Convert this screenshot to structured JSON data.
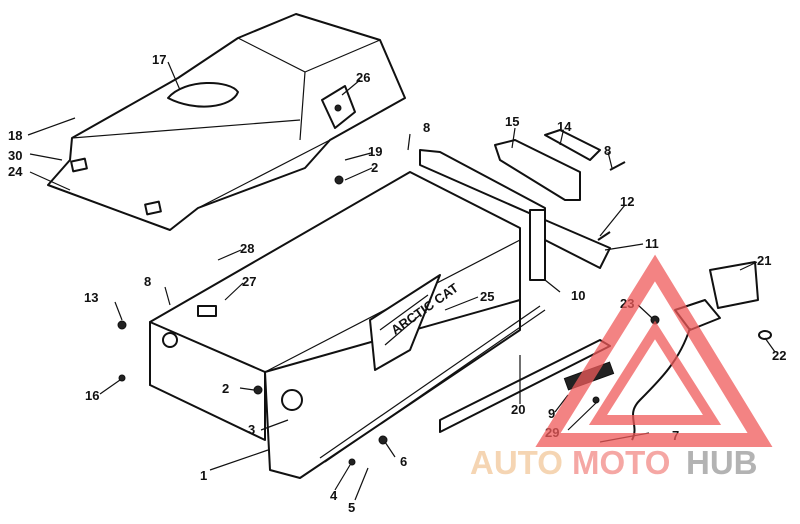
{
  "callouts": [
    "1",
    "2",
    "2",
    "3",
    "4",
    "5",
    "6",
    "7",
    "8",
    "8",
    "8",
    "9",
    "10",
    "11",
    "12",
    "13",
    "14",
    "15",
    "16",
    "17",
    "18",
    "19",
    "20",
    "21",
    "22",
    "23",
    "24",
    "25",
    "26",
    "27",
    "28",
    "29",
    "30"
  ],
  "watermark": {
    "part1": "AUTO",
    "part2": "MOTO",
    "part3": "HUB",
    "color1": "#f2c89a",
    "color2": "#f28a86",
    "color3": "#9a9a9a",
    "logo_color": "#ef5a5a"
  },
  "decal_text": "ARCTIC CAT"
}
